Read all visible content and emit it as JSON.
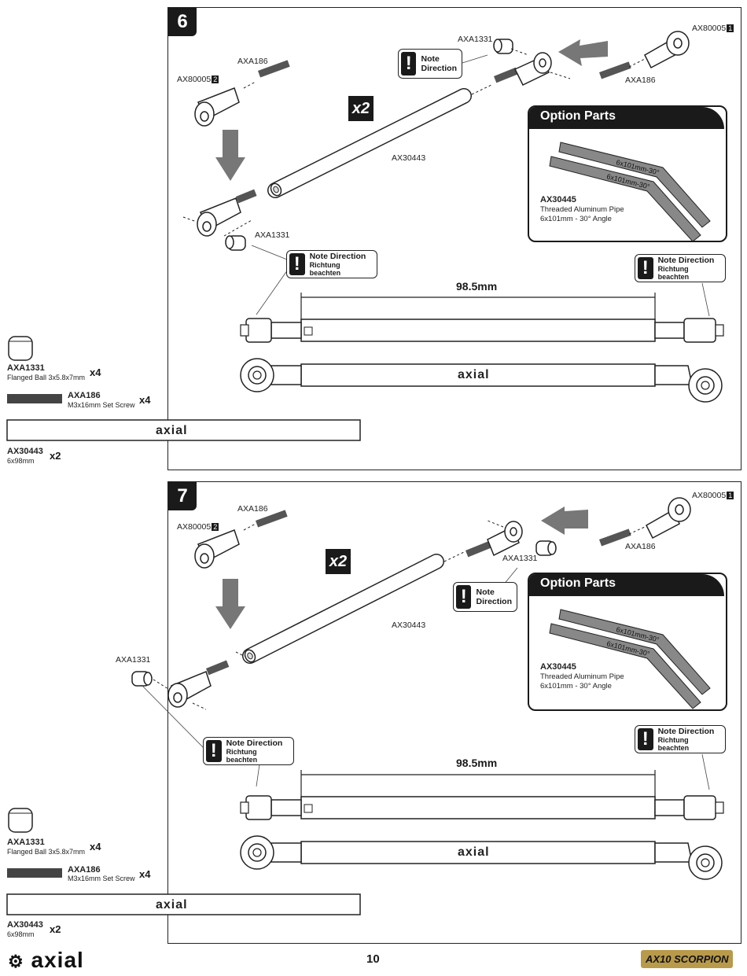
{
  "page": {
    "number": "10",
    "logo": "axial",
    "brand": "AX10 SCORPION"
  },
  "steps": [
    {
      "number": "6",
      "multiplier": "x2",
      "labels": {
        "ball_top": "AXA1331",
        "rodend_right": "AX80005",
        "rodend_right_idx": "1",
        "screw_left": "AXA186",
        "rodend_left": "AX80005",
        "rodend_left_idx": "2",
        "screw_right": "AXA186",
        "tube": "AX30443",
        "ball_bottom": "AXA1331"
      },
      "note_small": {
        "line1": "Note",
        "line2": "Direction"
      },
      "note_left": {
        "line1": "Note Direction",
        "line2": "Richtung beachten"
      },
      "note_right": {
        "line1": "Note Direction",
        "line2": "Richtung beachten"
      },
      "option": {
        "title": "Option Parts",
        "part": "AX30445",
        "desc1": "Threaded Aluminum Pipe",
        "desc2": "6x101mm - 30° Angle",
        "tube_text": "6x101mm-30°"
      },
      "dimension": "98.5mm",
      "link_logo": "axial"
    },
    {
      "number": "7",
      "multiplier": "x2",
      "labels": {
        "screw_left": "AXA186",
        "rodend_left": "AX80005",
        "rodend_left_idx": "2",
        "rodend_right": "AX80005",
        "rodend_right_idx": "1",
        "screw_right": "AXA186",
        "ball_top": "AXA1331",
        "tube": "AX30443",
        "ball_left": "AXA1331"
      },
      "note_small": {
        "line1": "Note",
        "line2": "Direction"
      },
      "note_left": {
        "line1": "Note Direction",
        "line2": "Richtung beachten"
      },
      "note_right": {
        "line1": "Note Direction",
        "line2": "Richtung beachten"
      },
      "option": {
        "title": "Option Parts",
        "part": "AX30445",
        "desc1": "Threaded Aluminum Pipe",
        "desc2": "6x101mm - 30° Angle",
        "tube_text": "6x101mm-30°"
      },
      "dimension": "98.5mm",
      "link_logo": "axial"
    }
  ],
  "parts_lists": [
    {
      "items": [
        {
          "code": "AXA1331",
          "desc": "Flanged Ball 3x5.8x7mm",
          "qty": "x4"
        },
        {
          "code": "AXA186",
          "desc": "M3x16mm Set Screw",
          "qty": "x4"
        },
        {
          "code": "AX30443",
          "desc": "6x98mm",
          "qty": "x2",
          "logo": "axial"
        }
      ]
    },
    {
      "items": [
        {
          "code": "AXA1331",
          "desc": "Flanged Ball 3x5.8x7mm",
          "qty": "x4"
        },
        {
          "code": "AXA186",
          "desc": "M3x16mm Set Screw",
          "qty": "x4"
        },
        {
          "code": "AX30443",
          "desc": "6x98mm",
          "qty": "x2",
          "logo": "axial"
        }
      ]
    }
  ]
}
